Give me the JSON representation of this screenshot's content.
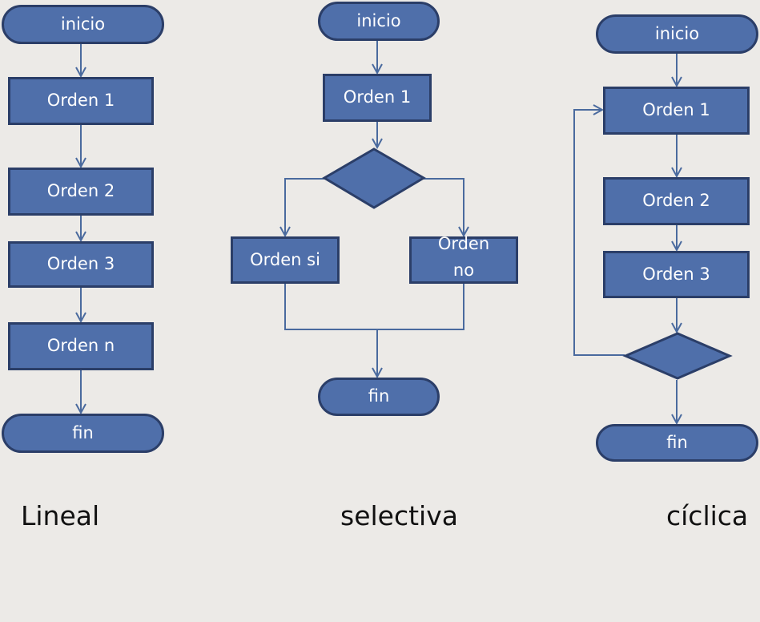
{
  "colors": {
    "fill": "#4F6FAA",
    "stroke": "#2B3E68",
    "line": "#4A6A9E",
    "background": "#ECEAE7",
    "caption": "#111111"
  },
  "lineal": {
    "start": "inicio",
    "steps": [
      "Orden 1",
      "Orden 2",
      "Orden 3",
      "Orden n"
    ],
    "end": "fin",
    "caption": "Lineal"
  },
  "selectiva": {
    "start": "inicio",
    "step": "Orden 1",
    "yes": "Orden si",
    "no": "Orden\nno",
    "end": "fin",
    "caption": "selectiva"
  },
  "ciclica": {
    "start": "inicio",
    "steps": [
      "Orden 1",
      "Orden 2",
      "Orden 3"
    ],
    "end": "fin",
    "caption": "cíclica"
  }
}
